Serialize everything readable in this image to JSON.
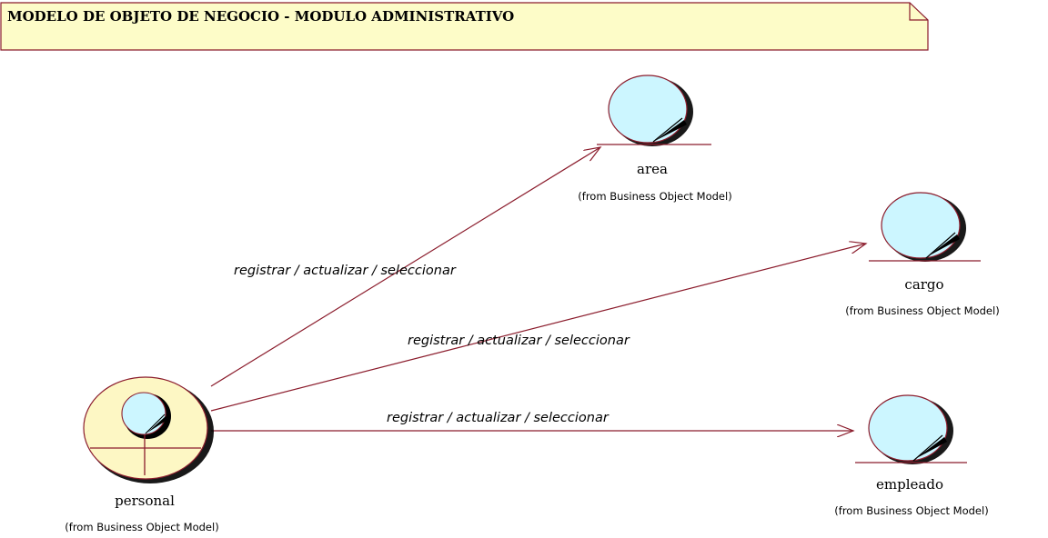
{
  "title": "MODELO DE OBJETO DE NEGOCIO - MODULO ADMINISTRATIVO",
  "colors": {
    "line": "#8b1c2c",
    "entity_fill": "#ccf6ff",
    "worker_fill": "#fdf7c4",
    "note_fill": "#fdfcc8",
    "note_stroke": "#8b1c2c"
  },
  "nodes": {
    "personal": {
      "name": "personal",
      "from": "(from Business Object Model)",
      "kind": "business-worker"
    },
    "area": {
      "name": "area",
      "from": "(from Business Object Model)",
      "kind": "business-entity"
    },
    "cargo": {
      "name": "cargo",
      "from": "(from Business Object Model)",
      "kind": "business-entity"
    },
    "empleado": {
      "name": "empleado",
      "from": "(from Business Object Model)",
      "kind": "business-entity"
    }
  },
  "associations": [
    {
      "source": "personal",
      "target": "area",
      "label": "registrar / actualizar / seleccionar"
    },
    {
      "source": "personal",
      "target": "cargo",
      "label": "registrar / actualizar / seleccionar"
    },
    {
      "source": "personal",
      "target": "empleado",
      "label": "registrar / actualizar / seleccionar"
    }
  ]
}
